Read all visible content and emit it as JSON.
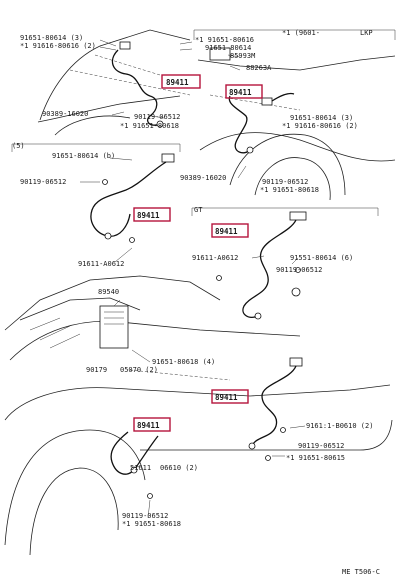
{
  "colors": {
    "highlight": "#b5143c",
    "ink": "#1a1a1a",
    "background": "#ffffff"
  },
  "header": {
    "variant_note": "*1  (9601-",
    "variant_code": "LKP"
  },
  "sections": {
    "left_marker": "(5)",
    "right_marker": "GT"
  },
  "part_number": "89411",
  "callouts": {
    "a1": "91651-80614 (3)",
    "a2": "*1 91616-80616 (2)",
    "a3": "*1 91651-80616",
    "a4": "91651-80614",
    "a5": "85993M",
    "a6": "88263A",
    "a7": "90389-16020",
    "a8": "90119-06512",
    "a9": "*1 91651-80618",
    "a10": "91651-80614 (3)",
    "a11": "*1 91616-80616 (2)",
    "b1": "91651-80614 (b)",
    "b2": "90119-06512",
    "b3": "91611-A0612",
    "c1": "90389-16020",
    "c2": "90119-06512",
    "c3": "*1 91651-80618",
    "d1": "91611-A0612",
    "d2": "91551-80614 (6)",
    "d3": "90119-06512",
    "e1": "89540",
    "e2": "91651-80618 (4)",
    "e3": "90179",
    "e4": "05070 (2)",
    "f1": "9161:1-B0610 (2)",
    "f2": "90119-06512",
    "f3": "*1 91651-80615",
    "f4": "51611",
    "f5": "06610 (2)",
    "f6": "90119-06512",
    "f7": "*1 91651-80618"
  },
  "footer": {
    "diagram_code": "ME T506-C"
  }
}
